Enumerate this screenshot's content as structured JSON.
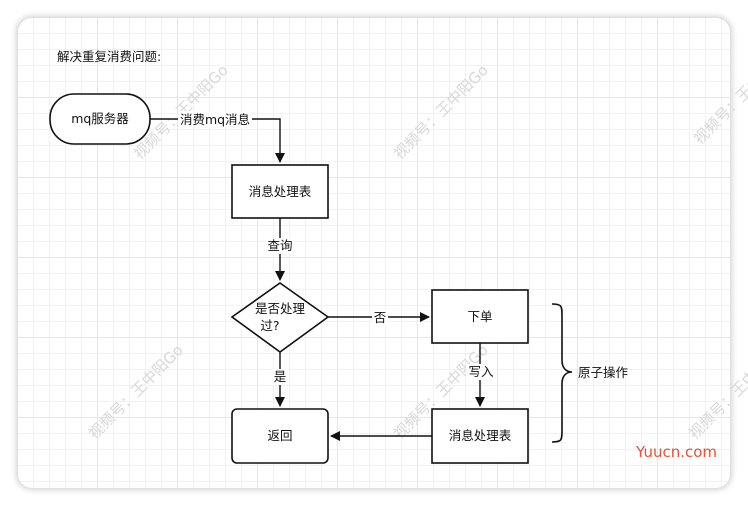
{
  "diagram": {
    "title": "解决重复消费问题:",
    "nodes": {
      "mq_server": "mq服务器",
      "msg_table_top": "消息处理表",
      "decision_line1": "是否处理",
      "decision_line2": "过?",
      "place_order": "下单",
      "return": "返回",
      "msg_table_bottom": "消息处理表"
    },
    "edges": {
      "consume": "消费mq消息",
      "query": "查询",
      "no": "否",
      "yes": "是",
      "write": "写入"
    },
    "brace_label": "原子操作"
  },
  "watermark": {
    "text": "视频号：王中阳Go"
  },
  "site_mark": "Yuucn.com",
  "colors": {
    "stroke": "#111111",
    "grid": "#e6e6e6",
    "site": "#e8503a"
  }
}
